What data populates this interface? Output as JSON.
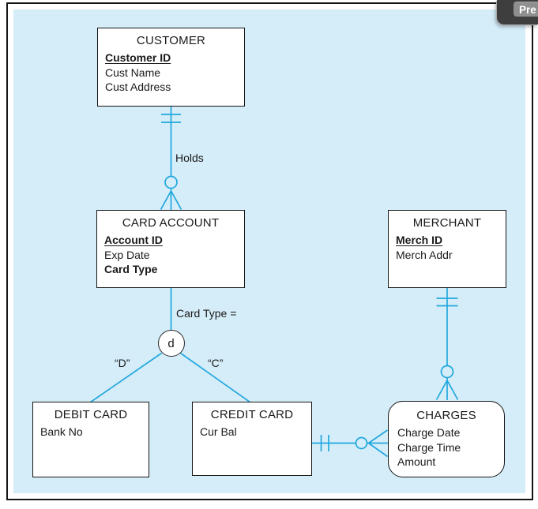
{
  "overlay": {
    "button_label": "Pre"
  },
  "diagram": {
    "entities": [
      {
        "title": "CUSTOMER",
        "attributes": [
          "Customer ID",
          "Cust Name",
          "Cust Address"
        ]
      },
      {
        "title": "CARD ACCOUNT",
        "attributes": [
          "Account ID",
          "Exp Date",
          "Card Type"
        ]
      },
      {
        "title": "MERCHANT",
        "attributes": [
          "Merch ID",
          "Merch Addr"
        ]
      },
      {
        "title": "DEBIT CARD",
        "attributes": [
          "Bank No"
        ]
      },
      {
        "title": "CREDIT CARD",
        "attributes": [
          "Cur Bal"
        ]
      },
      {
        "title": "CHARGES",
        "attributes": [
          "Charge Date",
          "Charge Time",
          "Amount"
        ]
      }
    ],
    "labels": {
      "holds": "Holds",
      "subtype_rule": "Card Type =",
      "subtype_circle": "d",
      "debit_discriminator": "“D”",
      "credit_discriminator": "“C”"
    },
    "colors": {
      "line": "#21A7DF",
      "panel_bg": "#D4EDF8",
      "box_border": "#151515",
      "tab_bg": "#3E3E3E",
      "tab_button_bg": "#8F8F8F",
      "tab_text": "#FFFFFF"
    }
  }
}
